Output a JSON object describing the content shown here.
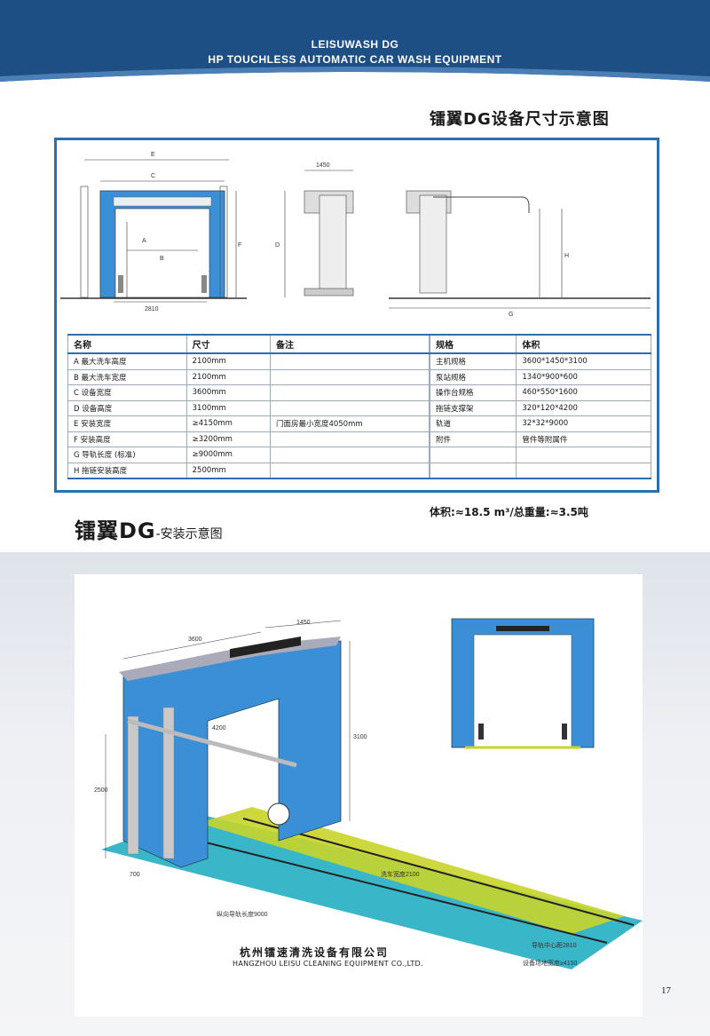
{
  "header": {
    "line1": "LEISUWASH DG",
    "line2": "HP TOUCHLESS AUTOMATIC CAR WASH EQUIPMENT",
    "colors": {
      "bar": "#1e4f84",
      "accent": "#2a6fb0"
    }
  },
  "dimension_section": {
    "title": "镭翼DG设备尺寸示意图",
    "labels": {
      "E": "E",
      "C": "C",
      "A": "A",
      "B": "B",
      "F": "F",
      "D": "D",
      "H": "H",
      "G": "G",
      "width_1450": "1450",
      "width_2810": "2810"
    }
  },
  "table_left": {
    "headers": [
      "名称",
      "尺寸",
      "备注"
    ],
    "rows": [
      [
        "A 最大洗车高度",
        "2100mm",
        ""
      ],
      [
        "B 最大洗车宽度",
        "2100mm",
        ""
      ],
      [
        "C 设备宽度",
        "3600mm",
        ""
      ],
      [
        "D 设备高度",
        "3100mm",
        ""
      ],
      [
        "E 安装宽度",
        "≥4150mm",
        "门面房最小宽度4050mm"
      ],
      [
        "F 安装高度",
        "≥3200mm",
        ""
      ],
      [
        "G 导轨长度 (标准)",
        "≥9000mm",
        ""
      ],
      [
        "H 拖链安装高度",
        "2500mm",
        ""
      ]
    ]
  },
  "table_right": {
    "headers": [
      "规格",
      "体积"
    ],
    "rows": [
      [
        "主机规格",
        "3600*1450*3100"
      ],
      [
        "泵站规格",
        "1340*900*600"
      ],
      [
        "操作台规格",
        "460*550*1600"
      ],
      [
        "拖链支撑架",
        "320*120*4200"
      ],
      [
        "轨道",
        "32*32*9000"
      ],
      [
        "附件",
        "管件等附属件"
      ],
      [
        "",
        ""
      ],
      [
        "",
        ""
      ]
    ]
  },
  "volume_weight": "体积:≈18.5 m³/总重量:≈3.5吨",
  "install_section": {
    "title_big": "镭翼DG",
    "title_small": "-安装示意图",
    "dims": {
      "w3600": "3600",
      "d1450": "1450",
      "h3100": "3100",
      "w4200": "4200",
      "h2500": "2500",
      "d700": "700",
      "wash_width": "洗车宽度2100",
      "rail_length": "纵向导轨长度9000",
      "rail_center": "导轨中心距2810",
      "site_width": "设备场地宽度≥4150"
    }
  },
  "company": {
    "cn": "杭州镭速清洗设备有限公司",
    "en": "HANGZHOU LEISU CLEANING EQUIPMENT CO.,LTD."
  },
  "page_number": "17"
}
